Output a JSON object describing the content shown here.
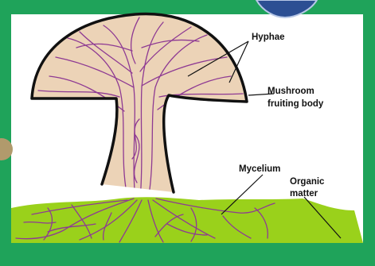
{
  "colors": {
    "frame_green": "#1fa35a",
    "background": "#ffffff",
    "mushroom_fill": "#ecd3b7",
    "mushroom_outline": "#111111",
    "hyphae": "#8e3a93",
    "soil": "#9ad11b",
    "badge_blue": "#2c4f93"
  },
  "labels": {
    "hyphae": "Hyphae",
    "fruiting_line1": "Mushroom",
    "fruiting_line2": "fruiting body",
    "mycelium": "Mycelium",
    "organic_line1": "Organic",
    "organic_line2": "matter"
  }
}
